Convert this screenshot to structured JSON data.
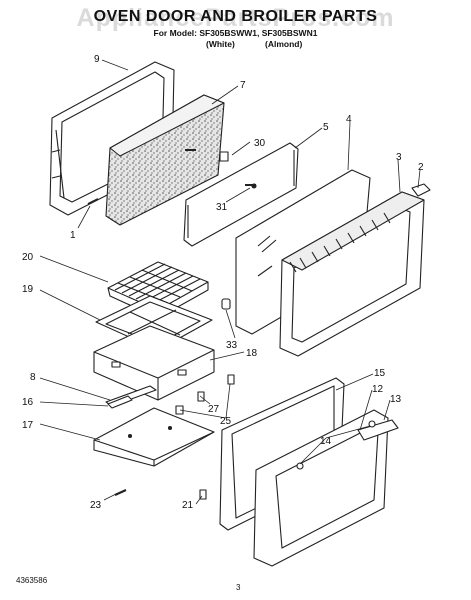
{
  "header": {
    "watermark": "AppliancePartsPros.com",
    "title": "OVEN DOOR AND BROILER PARTS",
    "model_line": "For Model: SF305BSWW1, SF305BSWN1",
    "color_white": "(White)",
    "color_almond": "(Almond)"
  },
  "callouts": [
    {
      "id": "1",
      "label": "1"
    },
    {
      "id": "2",
      "label": "2"
    },
    {
      "id": "3",
      "label": "3"
    },
    {
      "id": "4",
      "label": "4"
    },
    {
      "id": "5",
      "label": "5"
    },
    {
      "id": "7",
      "label": "7"
    },
    {
      "id": "8",
      "label": "8"
    },
    {
      "id": "9",
      "label": "9"
    },
    {
      "id": "12",
      "label": "12"
    },
    {
      "id": "13",
      "label": "13"
    },
    {
      "id": "14",
      "label": "14"
    },
    {
      "id": "15",
      "label": "15"
    },
    {
      "id": "16",
      "label": "16"
    },
    {
      "id": "17",
      "label": "17"
    },
    {
      "id": "18",
      "label": "18"
    },
    {
      "id": "19",
      "label": "19"
    },
    {
      "id": "20",
      "label": "20"
    },
    {
      "id": "21",
      "label": "21"
    },
    {
      "id": "23",
      "label": "23"
    },
    {
      "id": "25",
      "label": "25"
    },
    {
      "id": "27",
      "label": "27"
    },
    {
      "id": "30",
      "label": "30"
    },
    {
      "id": "31",
      "label": "31"
    },
    {
      "id": "33",
      "label": "33"
    }
  ],
  "footer": {
    "doc_number": "4363586",
    "page_number": "3"
  }
}
